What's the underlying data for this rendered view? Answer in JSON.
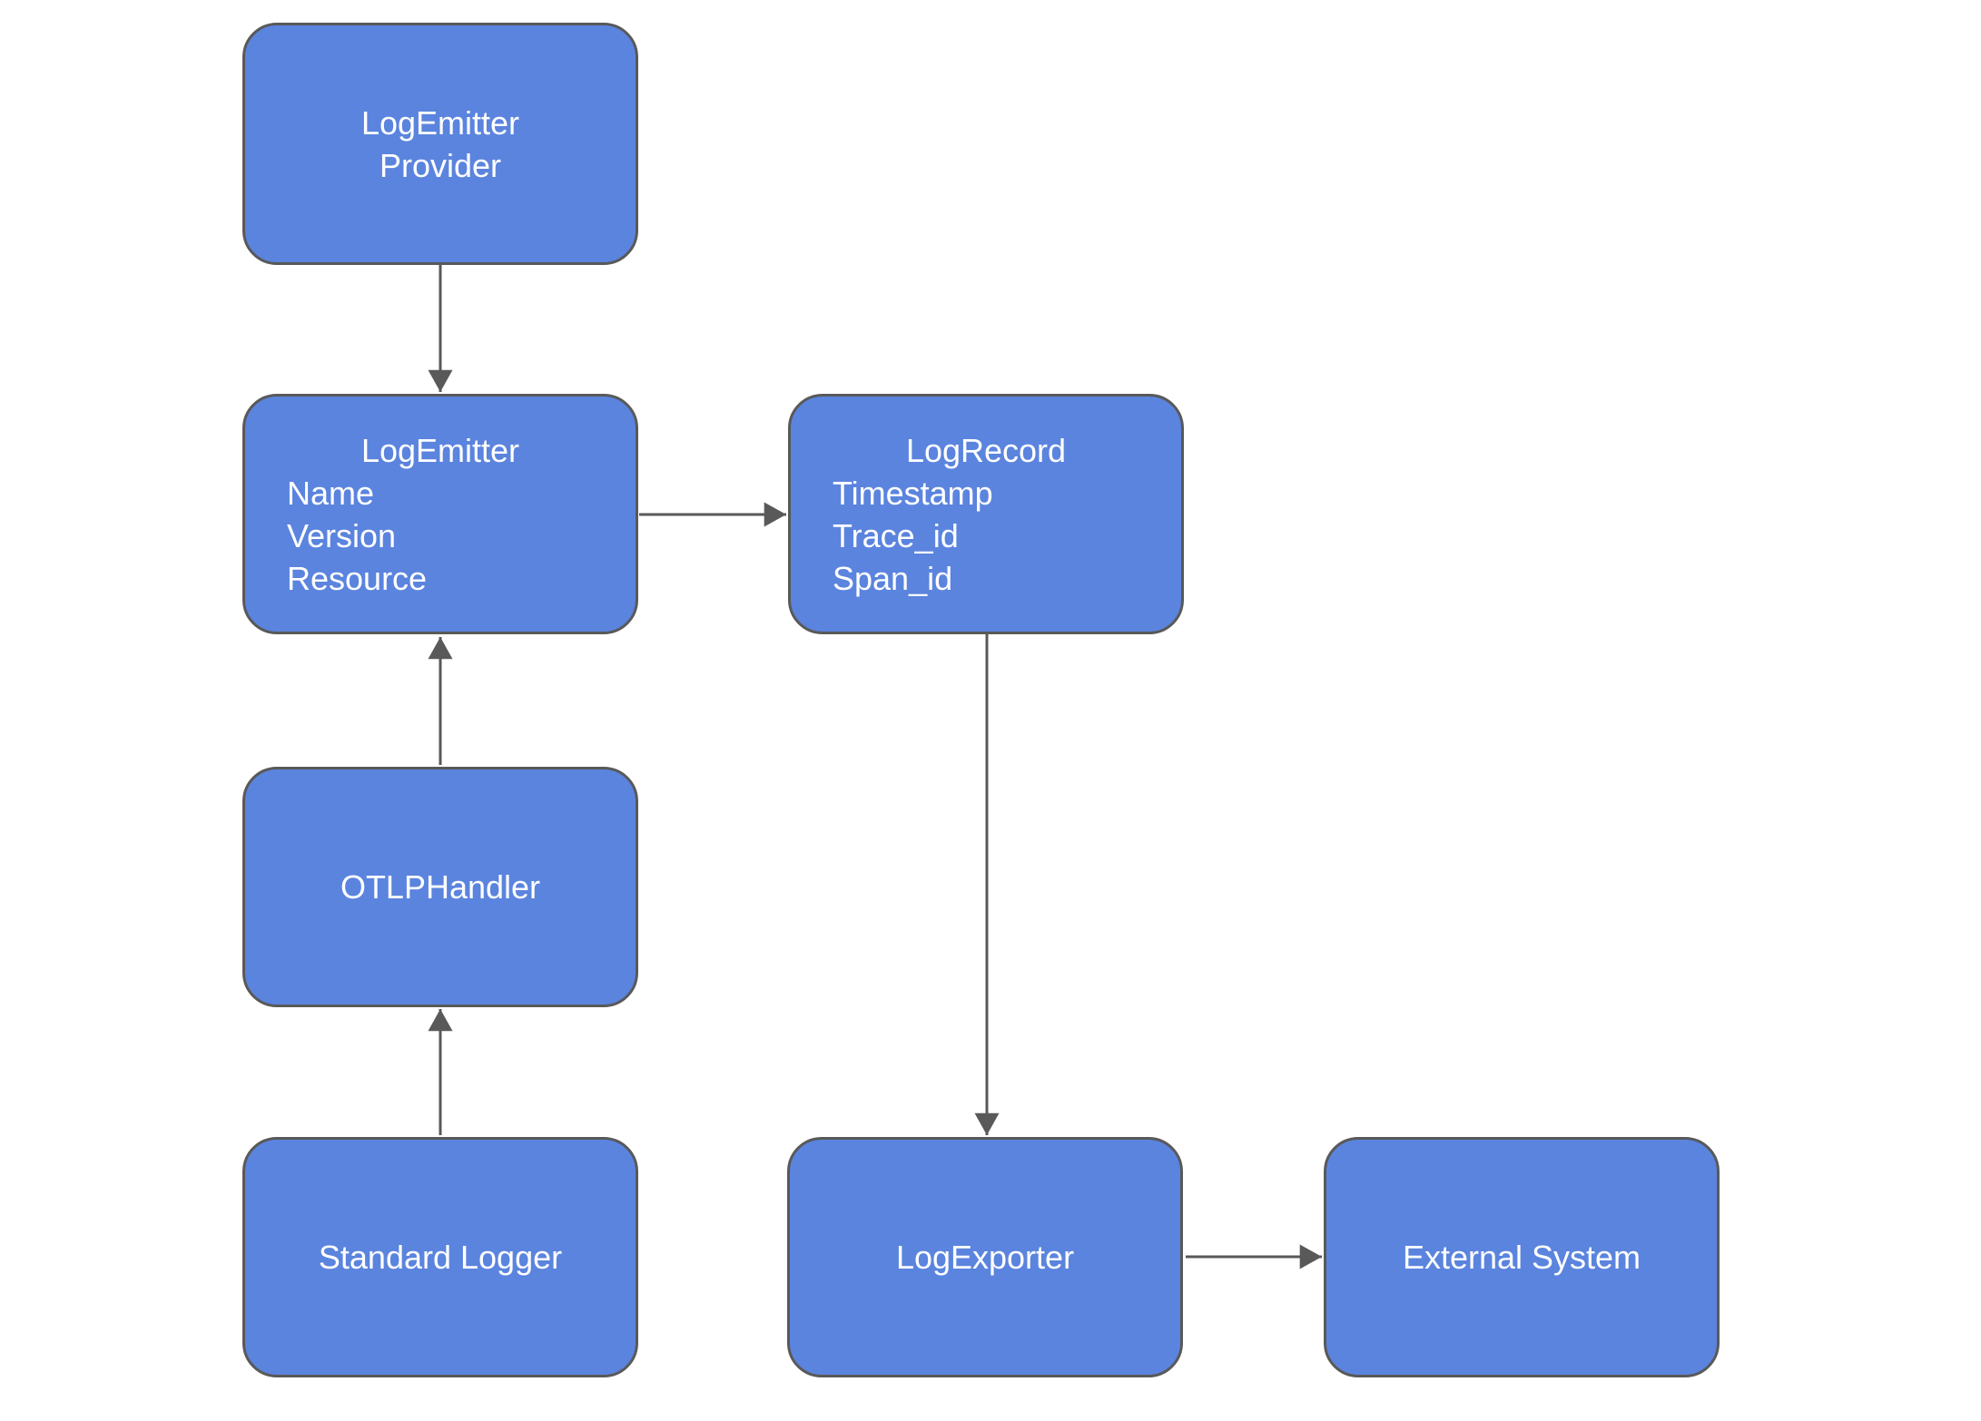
{
  "diagram": {
    "colors": {
      "node_fill": "#5b84de",
      "node_border": "#595959",
      "node_text": "#ffffff",
      "edge": "#595959",
      "background": "#ffffff"
    },
    "nodes": [
      {
        "id": "logemitter-provider",
        "title": "LogEmitter\nProvider"
      },
      {
        "id": "logemitter",
        "title": "LogEmitter",
        "attributes": [
          "Name",
          "Version",
          "Resource"
        ]
      },
      {
        "id": "logrecord",
        "title": "LogRecord",
        "attributes": [
          "Timestamp",
          "Trace_id",
          "Span_id"
        ]
      },
      {
        "id": "otlphandler",
        "title": "OTLPHandler"
      },
      {
        "id": "standard-logger",
        "title": "Standard Logger"
      },
      {
        "id": "logexporter",
        "title": "LogExporter"
      },
      {
        "id": "external-system",
        "title": "External System"
      }
    ],
    "edges": [
      {
        "from": "logemitter-provider",
        "to": "logemitter"
      },
      {
        "from": "logemitter",
        "to": "logrecord"
      },
      {
        "from": "otlphandler",
        "to": "logemitter"
      },
      {
        "from": "standard-logger",
        "to": "otlphandler"
      },
      {
        "from": "logrecord",
        "to": "logexporter"
      },
      {
        "from": "logexporter",
        "to": "external-system"
      }
    ]
  }
}
